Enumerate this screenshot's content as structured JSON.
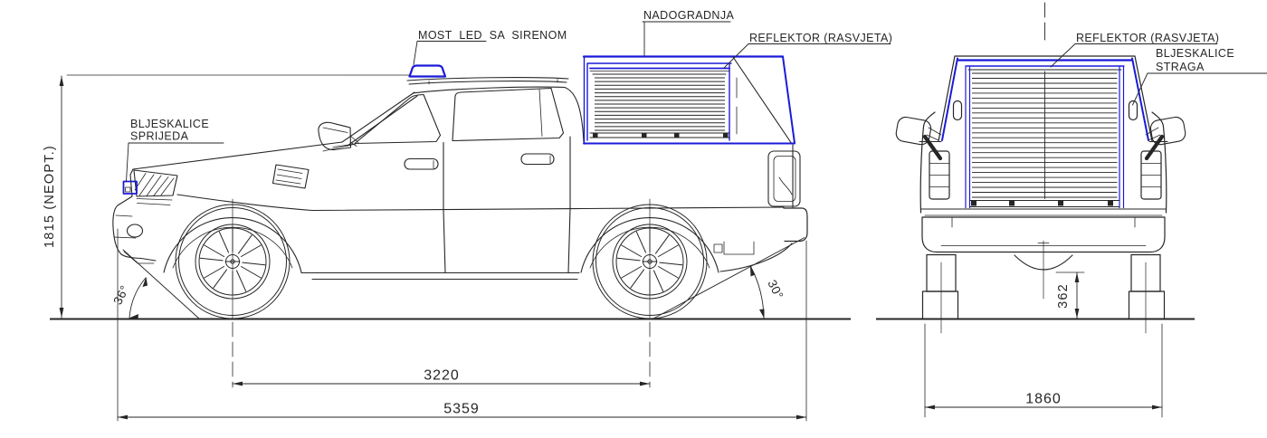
{
  "side": {
    "label_led_bar": "MOST LED SA SIRENOM",
    "label_canopy": "NADOGRADNJA",
    "label_reflector": "REFLEKTOR  (RASVJETA)",
    "label_front_flashers_1": "BLJESKALICE",
    "label_front_flashers_2": "SPRIJEDA",
    "dim_height": "1815  (NEOPT.)",
    "dim_wheelbase": "3220",
    "dim_length": "5359",
    "angle_front": "36°",
    "angle_rear": "30°"
  },
  "rear": {
    "label_reflector": "REFLEKTOR  (RASVJETA)",
    "label_rear_flashers_1": "BLJESKALICE",
    "label_rear_flashers_2": "STRAGA",
    "dim_width": "1860",
    "dim_clearance": "362"
  },
  "colors": {
    "line": "#262626",
    "accent_blue": "#1b1bd8"
  }
}
